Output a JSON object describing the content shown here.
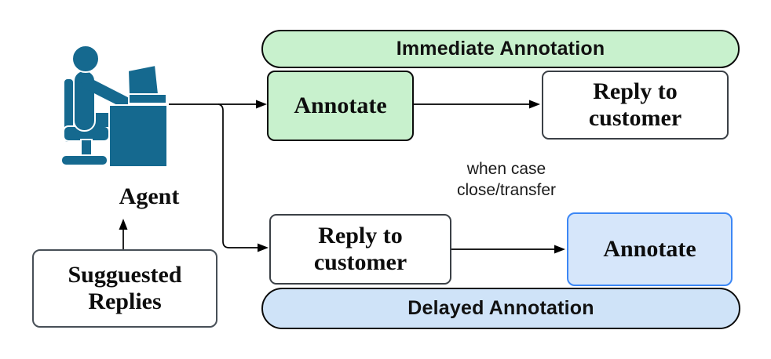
{
  "colors": {
    "green_fill": "#c8f1cd",
    "blue_pill_fill": "#cfe3f8",
    "blue_box_fill": "#d6e6fa",
    "blue_box_border": "#3c87f5",
    "gray_border": "#3b4046",
    "agent_icon": "#15698f",
    "line_color": "#000000"
  },
  "immediate_flow": {
    "header": "Immediate Annotation",
    "steps": [
      {
        "label": "Annotate"
      },
      {
        "label": "Reply to customer"
      }
    ]
  },
  "delayed_flow": {
    "header": "Delayed Annotation",
    "condition": "when case close/transfer",
    "steps": [
      {
        "label": "Reply to customer"
      },
      {
        "label": "Annotate"
      }
    ]
  },
  "agent": {
    "label": "Agent",
    "icon": "agent-at-desk-icon"
  },
  "suggested_replies": {
    "label": "Sugguested Replies"
  }
}
